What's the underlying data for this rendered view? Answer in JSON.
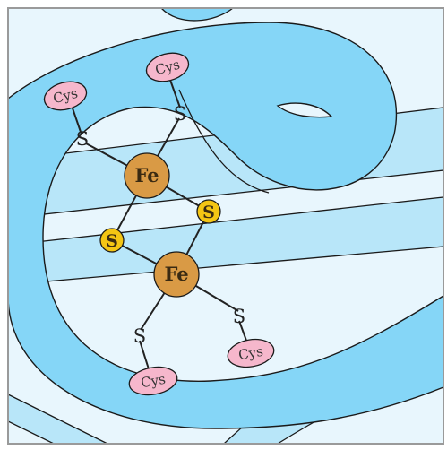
{
  "labels": {
    "cys": [
      "Cys",
      "Cys",
      "Cys",
      "Cys"
    ],
    "fe": [
      "Fe",
      "Fe"
    ],
    "bridge_s": [
      "S",
      "S"
    ],
    "cys_s": [
      "S",
      "S",
      "S",
      "S"
    ]
  },
  "colors": {
    "background": "#e8f6fd",
    "ribbon": "#85d6f7",
    "band": "#b8e6f9",
    "outline": "#1a1a1a",
    "frame": "#9a9a9a",
    "cys_fill": "#f6b7cc",
    "iron_fill": "#d99a45",
    "sulfur_fill": "#f4c514",
    "bond": "#222222"
  }
}
